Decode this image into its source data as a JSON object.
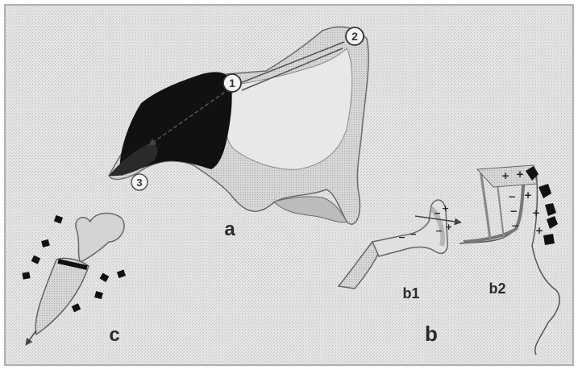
{
  "figure": {
    "panel_labels": {
      "a": "a",
      "b": "b",
      "b1": "b1",
      "b2": "b2",
      "c": "c"
    },
    "markers": {
      "m1": "1",
      "m2": "2",
      "m3": "3"
    },
    "signs": {
      "plus": "+",
      "minus": "−"
    },
    "colors": {
      "background_grain": "#dcdcdc",
      "dark_tissue": "#111111",
      "bone": "#cfcfcf",
      "outline": "#555555"
    }
  }
}
